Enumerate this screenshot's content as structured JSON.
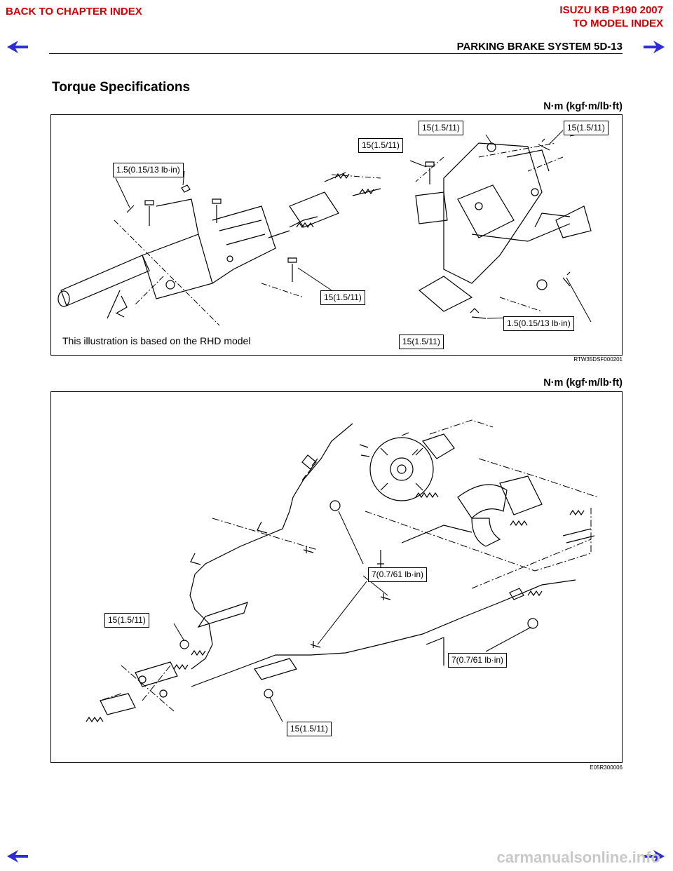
{
  "header": {
    "back_chapter": "BACK TO CHAPTER INDEX",
    "model_title": "ISUZU KB P190 2007",
    "to_model": "TO MODEL INDEX",
    "running_head": "PARKING BRAKE SYSTEM  5D-13"
  },
  "section": {
    "title": "Torque Specifications"
  },
  "figure1": {
    "unit": "N·m (kgf·m/lb·ft)",
    "note": "This illustration is based on the RHD model",
    "code": "RTW35DSF000201",
    "callouts": [
      "15(1.5/11)",
      "15(1.5/11)",
      "15(1.5/11)",
      "1.5(0.15/13 lb·in)",
      "15(1.5/11)",
      "1.5(0.15/13 lb·in)",
      "15(1.5/11)"
    ]
  },
  "figure2": {
    "unit": "N·m (kgf·m/lb·ft)",
    "code": "E05R300006",
    "callouts": [
      "7(0.7/61 lb·in)",
      "15(1.5/11)",
      "7(0.7/61 lb·in)",
      "15(1.5/11)"
    ]
  },
  "footer": {
    "watermark": "carmanualsonline.info"
  },
  "colors": {
    "nav": "#d20000",
    "arrow": "#2c2cd8"
  }
}
